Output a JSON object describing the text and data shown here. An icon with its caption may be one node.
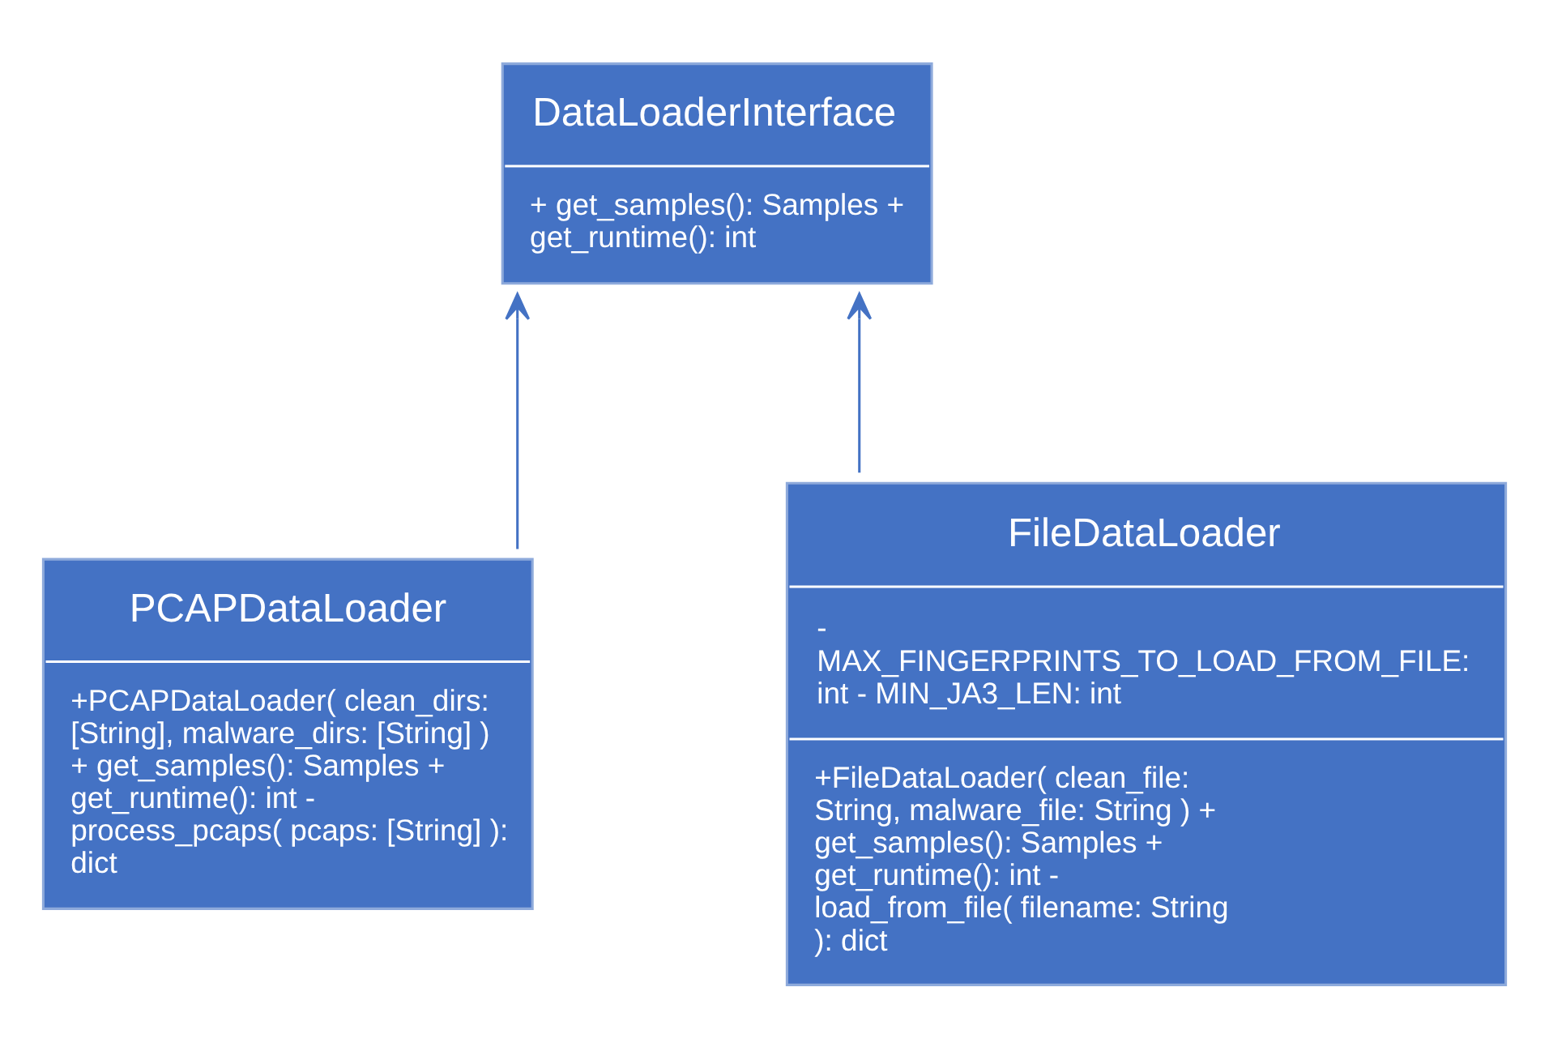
{
  "diagram": {
    "nodes": [
      {
        "text": [
          "DataLoaderInterface",
          "+ get_samples(): Samples + get_runtime(): int"
        ]
      },
      {
        "text": [
          "PCAPDataLoader",
          "+PCAPDataLoader( clean_dirs: [String], malware_dirs: [String] ) + get_samples(): Samples + get_runtime(): int - process_pcaps( pcaps: [String] ): dict"
        ]
      },
      {
        "text": [
          "FileDataLoader",
          "- MAX_FINGERPRINTS_TO_LOAD_FROM_FILE: int - MIN_JA3_LEN: int",
          "+FileDataLoader( clean_file: String, malware_file: String ) + get_samples(): Samples + get_runtime(): int - load_from_file( filename: String ): dict"
        ]
      }
    ],
    "edges": [
      {
        "from": 1,
        "to": 0,
        "arrow": "to"
      },
      {
        "from": 2,
        "to": 0,
        "arrow": "to"
      }
    ]
  }
}
